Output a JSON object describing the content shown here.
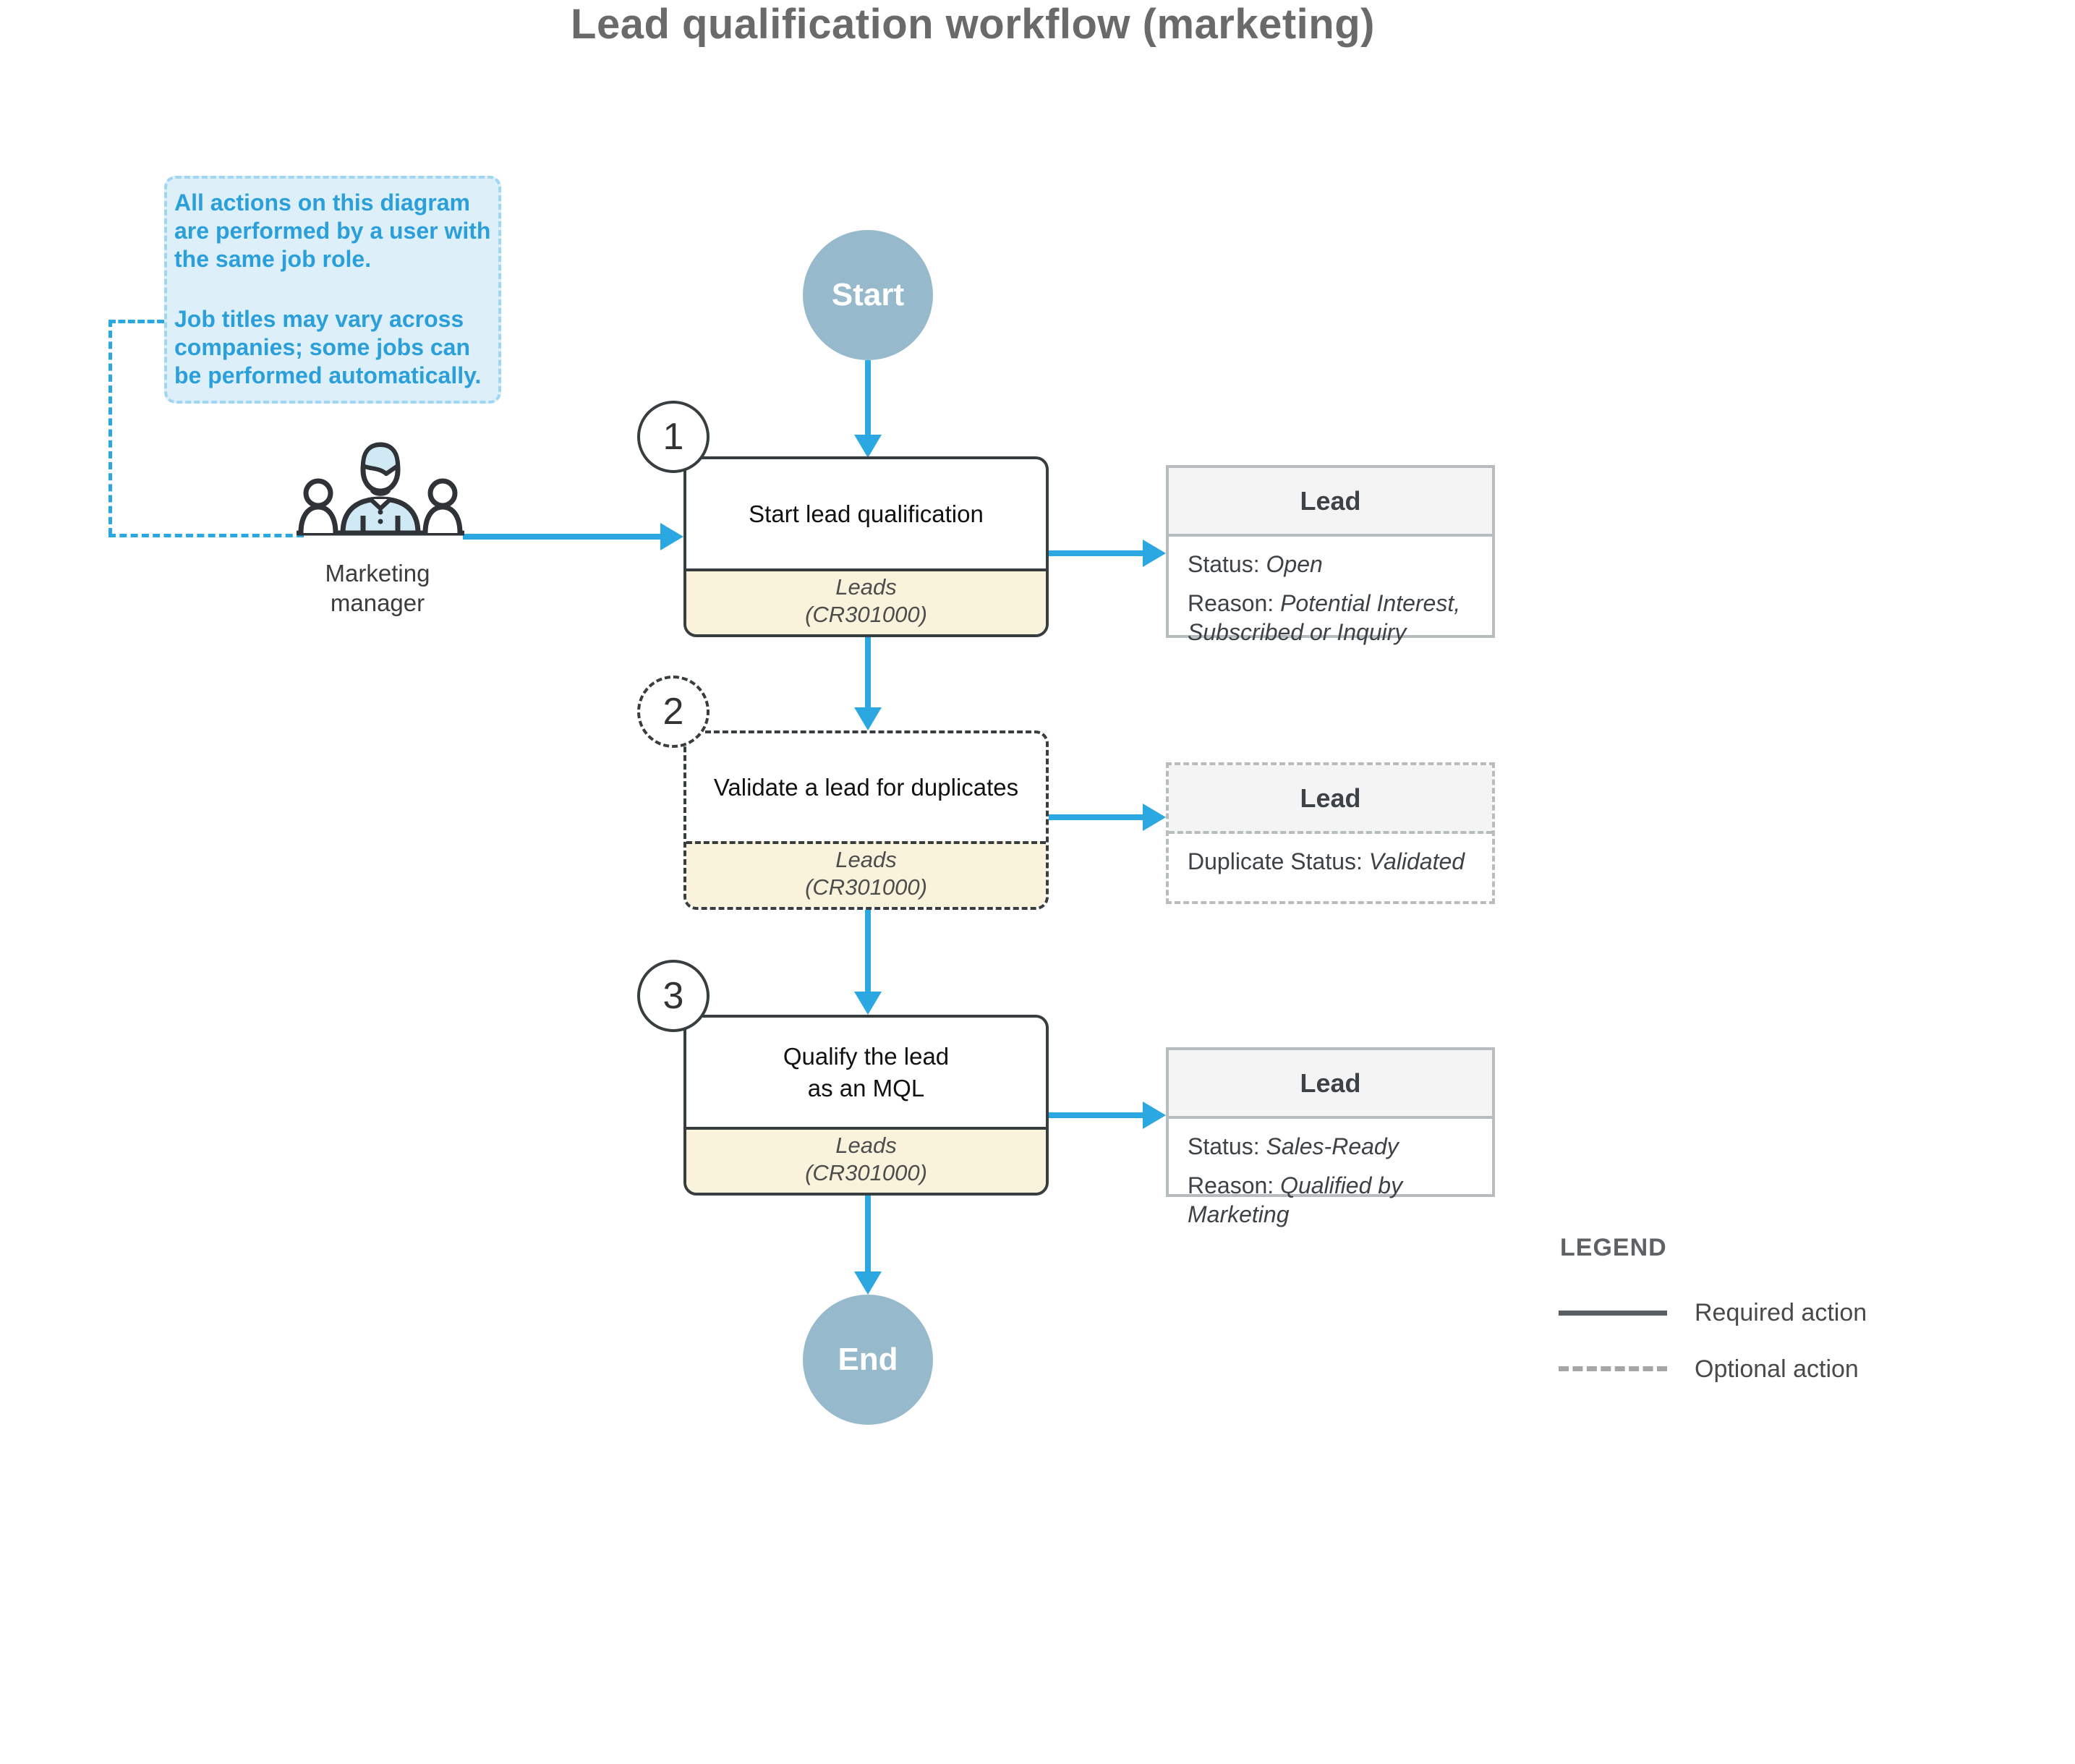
{
  "title": "Lead qualification workflow (marketing)",
  "note": {
    "para1": "All actions on this diagram are performed by a user with the same job role.",
    "para2": "Job titles may vary across companies; some jobs can be performed automatically."
  },
  "actor": {
    "label_line1": "Marketing",
    "label_line2": "manager"
  },
  "terminators": {
    "start": "Start",
    "end": "End"
  },
  "steps": [
    {
      "number": "1",
      "label_lines": [
        "Start lead qualification",
        ""
      ],
      "screen_line1": "Leads",
      "screen_line2": "(CR301000)",
      "type": "required"
    },
    {
      "number": "2",
      "label_lines": [
        "Validate a lead for duplicates",
        ""
      ],
      "screen_line1": "Leads",
      "screen_line2": "(CR301000)",
      "type": "optional"
    },
    {
      "number": "3",
      "label_lines": [
        "Qualify the lead",
        "as an MQL"
      ],
      "screen_line1": "Leads",
      "screen_line2": "(CR301000)",
      "type": "required"
    }
  ],
  "records": [
    {
      "title": "Lead",
      "rows": [
        {
          "label": "Status: ",
          "value": "Open"
        },
        {
          "label": "Reason: ",
          "value": "Potential Interest, Subscribed or Inquiry"
        }
      ],
      "type": "required"
    },
    {
      "title": "Lead",
      "rows": [
        {
          "label": "Duplicate Status: ",
          "value": "Validated"
        }
      ],
      "type": "optional"
    },
    {
      "title": "Lead",
      "rows": [
        {
          "label": "Status: ",
          "value": "Sales-Ready"
        },
        {
          "label": "Reason: ",
          "value": "Qualified by Marketing"
        }
      ],
      "type": "required"
    }
  ],
  "legend": {
    "title": "LEGEND",
    "items": [
      {
        "label": "Required action",
        "style": "solid"
      },
      {
        "label": "Optional action",
        "style": "dashed"
      }
    ]
  },
  "colors": {
    "arrow_blue": "#2ba7e2",
    "note_background": "#ddeff9",
    "note_text": "#2b9fd9",
    "terminator_fill": "#97b9cc",
    "screen_footer_background": "#faf3dc",
    "record_header_background": "#f4f4f4",
    "title_text": "#6a6a6a"
  }
}
